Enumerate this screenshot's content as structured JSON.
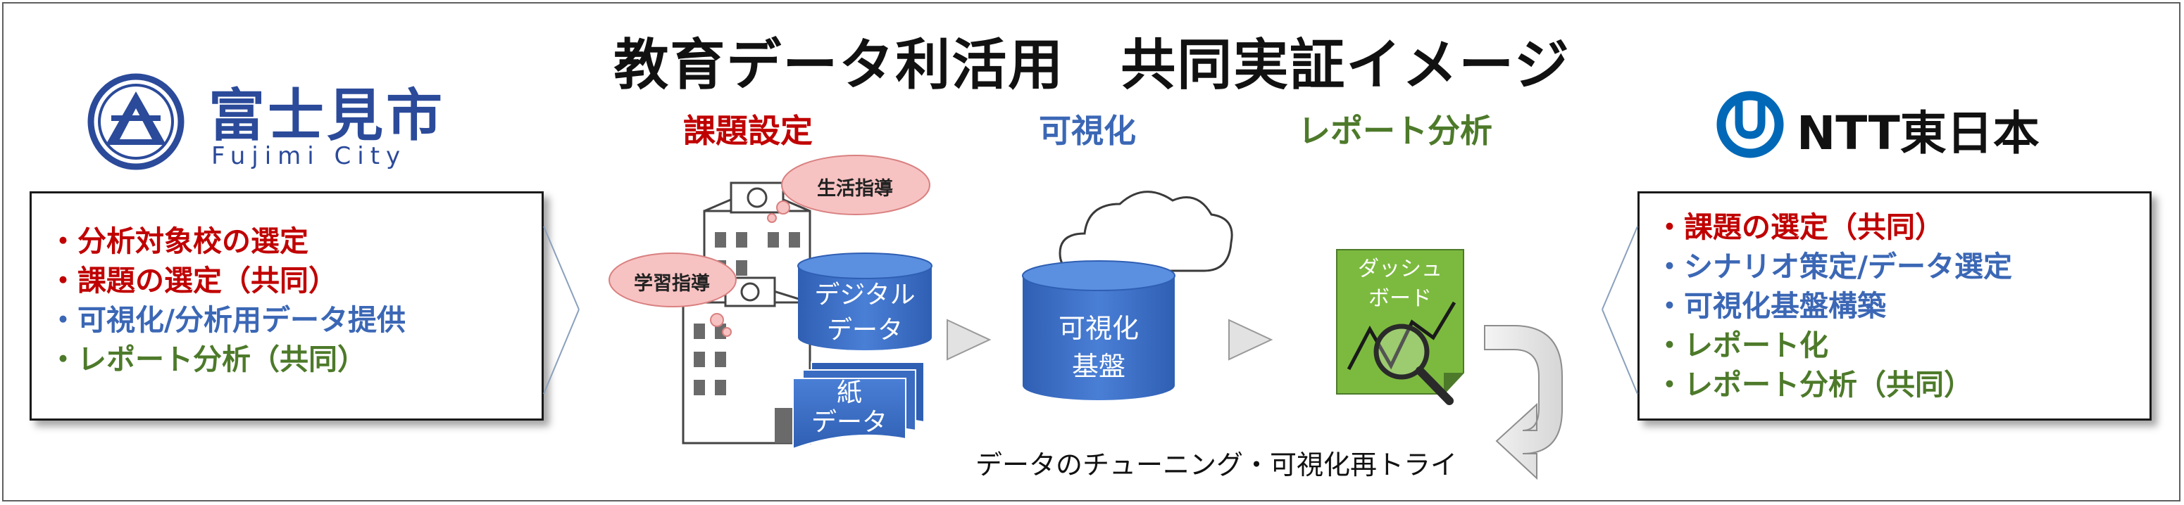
{
  "title": "教育データ利活用　共同実証イメージ",
  "fujimi": {
    "logo_kanji": "富士見市",
    "logo_roman": "Fujimi City"
  },
  "ntt": {
    "logo_text": "NTT東日本",
    "brand_color": "#0068b7"
  },
  "phases": {
    "issue": {
      "label": "課題設定",
      "color": "#c00000"
    },
    "visualize": {
      "label": "可視化",
      "color": "#3b67b5"
    },
    "report": {
      "label": "レポート分析",
      "color": "#4d7a2a"
    }
  },
  "left_box": {
    "items": [
      {
        "text": "分析対象校の選定",
        "color": "red"
      },
      {
        "text": "課題の選定（共同）",
        "color": "red"
      },
      {
        "text": "可視化/分析用データ提供",
        "color": "blue"
      },
      {
        "text": "レポート分析（共同）",
        "color": "green"
      }
    ]
  },
  "right_box": {
    "items": [
      {
        "text": "課題の選定（共同）",
        "color": "red"
      },
      {
        "text": "シナリオ策定/データ選定",
        "color": "blue"
      },
      {
        "text": "可視化基盤構築",
        "color": "blue"
      },
      {
        "text": "レポート化",
        "color": "green"
      },
      {
        "text": "レポート分析（共同）",
        "color": "green"
      }
    ]
  },
  "bubbles": {
    "life": "生活指導",
    "study": "学習指導"
  },
  "digital_data": {
    "line1": "デジタル",
    "line2": "データ"
  },
  "paper_data": {
    "line1": "紙",
    "line2": "データ"
  },
  "platform": {
    "line1": "可視化",
    "line2": "基盤"
  },
  "dashboard": {
    "line1": "ダッシュ",
    "line2": "ボード"
  },
  "loop_caption": "データのチューニング・可視化再トライ"
}
